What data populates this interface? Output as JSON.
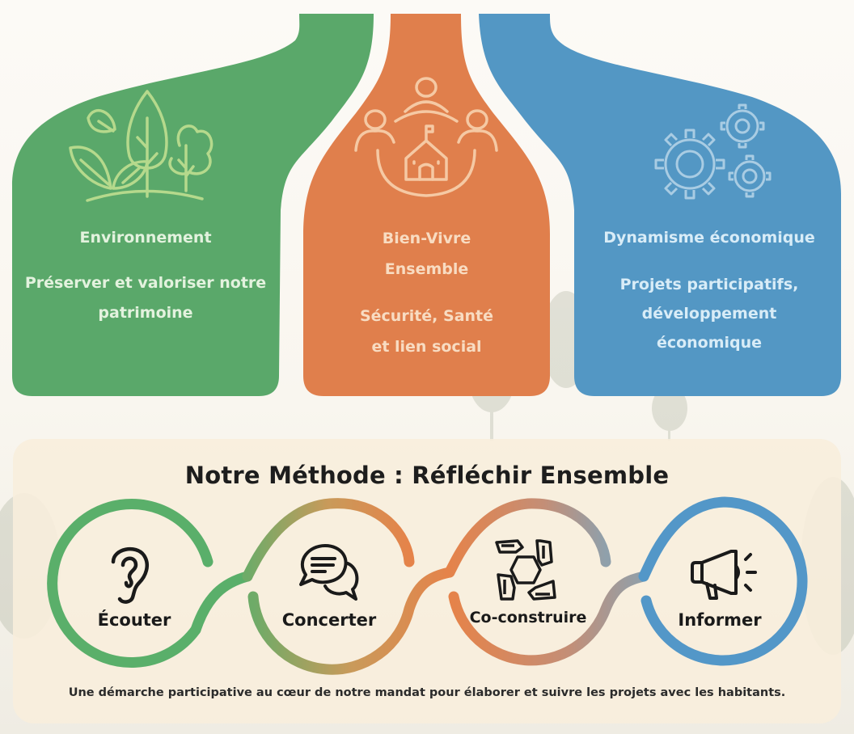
{
  "pillars": [
    {
      "id": "environnement",
      "icon": "trees-leaves-icon",
      "title": "Environnement",
      "desc_line1": "Préserver et valoriser notre",
      "desc_line2": "patrimoine",
      "color": "#5aa86a",
      "text_color": "#e3f2de"
    },
    {
      "id": "bien-vivre",
      "icon": "community-house-icon",
      "title_line1": "Bien-Vivre",
      "title_line2": "Ensemble",
      "desc_line1": "Sécurité, Santé",
      "desc_line2": "et lien social",
      "color": "#e07f4c",
      "text_color": "#f8dcc2"
    },
    {
      "id": "dynamisme",
      "icon": "gears-icon",
      "title": "Dynamisme économique",
      "desc_line1": "Projets participatifs,",
      "desc_line2": "développement",
      "desc_line3": "économique",
      "color": "#5397c4",
      "text_color": "#d8ecf7"
    }
  ],
  "method": {
    "title": "Notre Méthode : Réfléchir Ensemble",
    "steps": [
      {
        "label": "Écouter",
        "icon": "ear-icon",
        "color": "#5aaf6a"
      },
      {
        "label": "Concerter",
        "icon": "speech-bubbles-icon",
        "color_start": "#7aa868",
        "color_end": "#e5834a"
      },
      {
        "label": "Co-construire",
        "icon": "joined-hands-icon",
        "color_start": "#e5834a",
        "color_end": "#8fa0ab"
      },
      {
        "label": "Informer",
        "icon": "megaphone-icon",
        "color": "#5397c8"
      }
    ],
    "footer": "Une démarche participative au cœur de notre mandat pour élaborer et suivre les projets avec les habitants."
  }
}
